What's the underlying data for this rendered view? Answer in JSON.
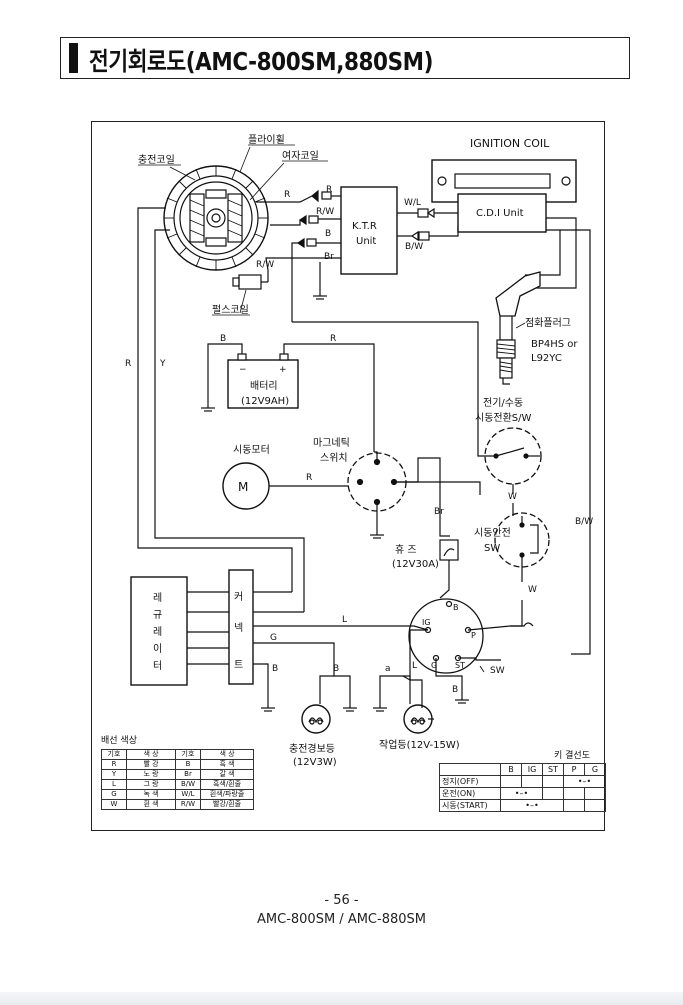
{
  "page": {
    "title": "전기회로도(AMC-800SM,880SM)",
    "page_number": "- 56 -",
    "model": "AMC-800SM / AMC-880SM"
  },
  "labels": {
    "ignition_coil": "IGNITION COIL",
    "charging_coil": "충전코일",
    "flywheel": "플라이휠",
    "exciter_coil": "여자코일",
    "pulse_coil": "펄스코일",
    "ktr_unit_1": "K.T.R",
    "ktr_unit_2": "Unit",
    "cdi_unit": "C.D.I Unit",
    "spark_plug": "점화플러그",
    "spark_plug_model_1": "BP4HS or",
    "spark_plug_model_2": "L92YC",
    "battery_1": "배터리",
    "battery_2": "(12V9AH)",
    "start_motor": "시동모터",
    "motor_m": "M",
    "magnetic_switch_1": "마그네틱",
    "magnetic_switch_2": "스위치",
    "start_switch_1": "전기/수동",
    "start_switch_2": "시동전환S/W",
    "safety_switch_1": "시동안전",
    "safety_switch_2": "SW",
    "fuse_1": "휴   즈",
    "fuse_2": "(12V30A)",
    "regulator": [
      "레",
      "규",
      "레",
      "이",
      "터"
    ],
    "connector": [
      "커",
      "넥",
      "트"
    ],
    "charge_lamp_1": "충전경보등",
    "charge_lamp_2": "(12V3W)",
    "work_lamp": "작업등(12V-15W)",
    "key_terminals": {
      "b": "B",
      "ig": "IG",
      "st": "ST",
      "p": "P",
      "g": "G"
    }
  },
  "wires": {
    "r": "R",
    "rw": "R/W",
    "b": "B",
    "br": "Br",
    "wl": "W/L",
    "bw": "B/W",
    "y": "Y",
    "w": "W",
    "l": "L",
    "g": "G",
    "a": "a",
    "sw": "SW"
  },
  "wire_colors": {
    "title": "배선 색상",
    "header": [
      "기호",
      "색 상",
      "기호",
      "색 상"
    ],
    "rows": [
      [
        "R",
        "빨 강",
        "B",
        "흑 색"
      ],
      [
        "Y",
        "노 랑",
        "Br",
        "갈 색"
      ],
      [
        "L",
        "그 랑",
        "B/W",
        "흑색/흰줄"
      ],
      [
        "G",
        "녹 색",
        "W/L",
        "흰색/파랑줄"
      ],
      [
        "W",
        "흰 색",
        "R/W",
        "빨강/흰줄"
      ]
    ]
  },
  "key_switch": {
    "title": "키 결선도",
    "columns": [
      "",
      "B",
      "IG",
      "ST",
      "P",
      "G"
    ],
    "rows": [
      "정지(OFF)",
      "운전(ON)",
      "시동(START)"
    ]
  }
}
